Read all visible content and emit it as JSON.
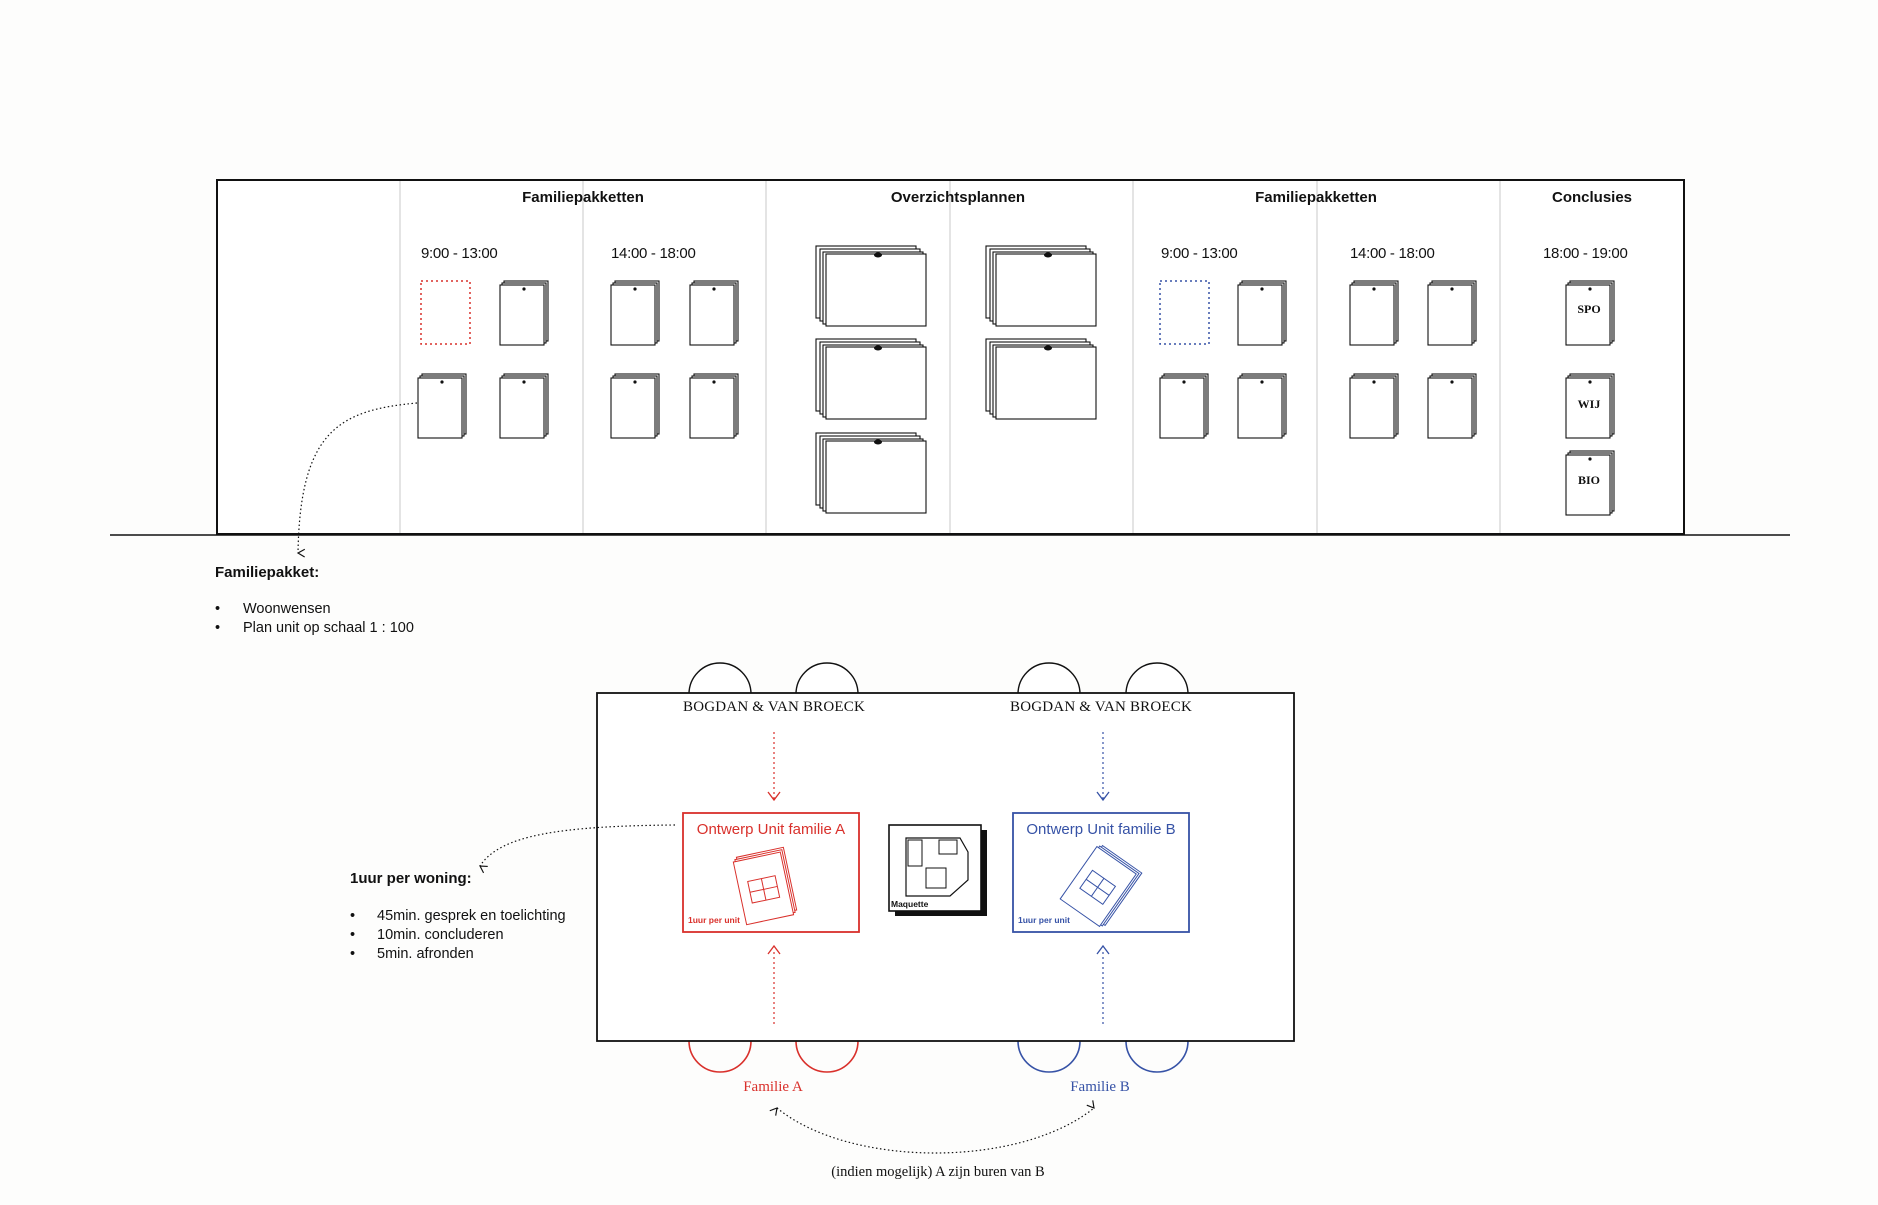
{
  "panel": {
    "sections": [
      {
        "title": "Familiepakketten",
        "times": [
          "9:00 - 13:00",
          "14:00 - 18:00"
        ]
      },
      {
        "title": "Overzichtsplannen"
      },
      {
        "title": "Familiepakketten",
        "times": [
          "9:00 - 13:00",
          "14:00 - 18:00"
        ]
      },
      {
        "title": "Conclusies",
        "times": [
          "18:00 - 19:00"
        ]
      }
    ],
    "conclusion_packets": [
      "SPO",
      "WIJ",
      "BIO"
    ]
  },
  "note_packet": {
    "title": "Familiepakket:",
    "items": [
      "Woonwensen",
      "Plan unit op schaal 1 : 100"
    ]
  },
  "note_session": {
    "title": "1uur per woning:",
    "items": [
      "45min. gesprek en toelichting",
      "10min. concluderen",
      "5min. afronden"
    ]
  },
  "table": {
    "architect_left": "BOGDAN & VAN BROECK",
    "architect_right": "BOGDAN & VAN BROECK",
    "unit_a": {
      "title": "Ontwerp Unit familie A",
      "tag": "1uur per unit"
    },
    "unit_b": {
      "title": "Ontwerp Unit familie B",
      "tag": "1uur per unit"
    },
    "model_label": "Maquette",
    "family_a": "Familie A",
    "family_b": "Familie B",
    "neighbours_caption": "(indien mogelijk) A zijn buren van B"
  },
  "colors": {
    "ink": "#111111",
    "family_a": "#d9302b",
    "family_b": "#3652a6",
    "divider": "#c8c8c8"
  }
}
